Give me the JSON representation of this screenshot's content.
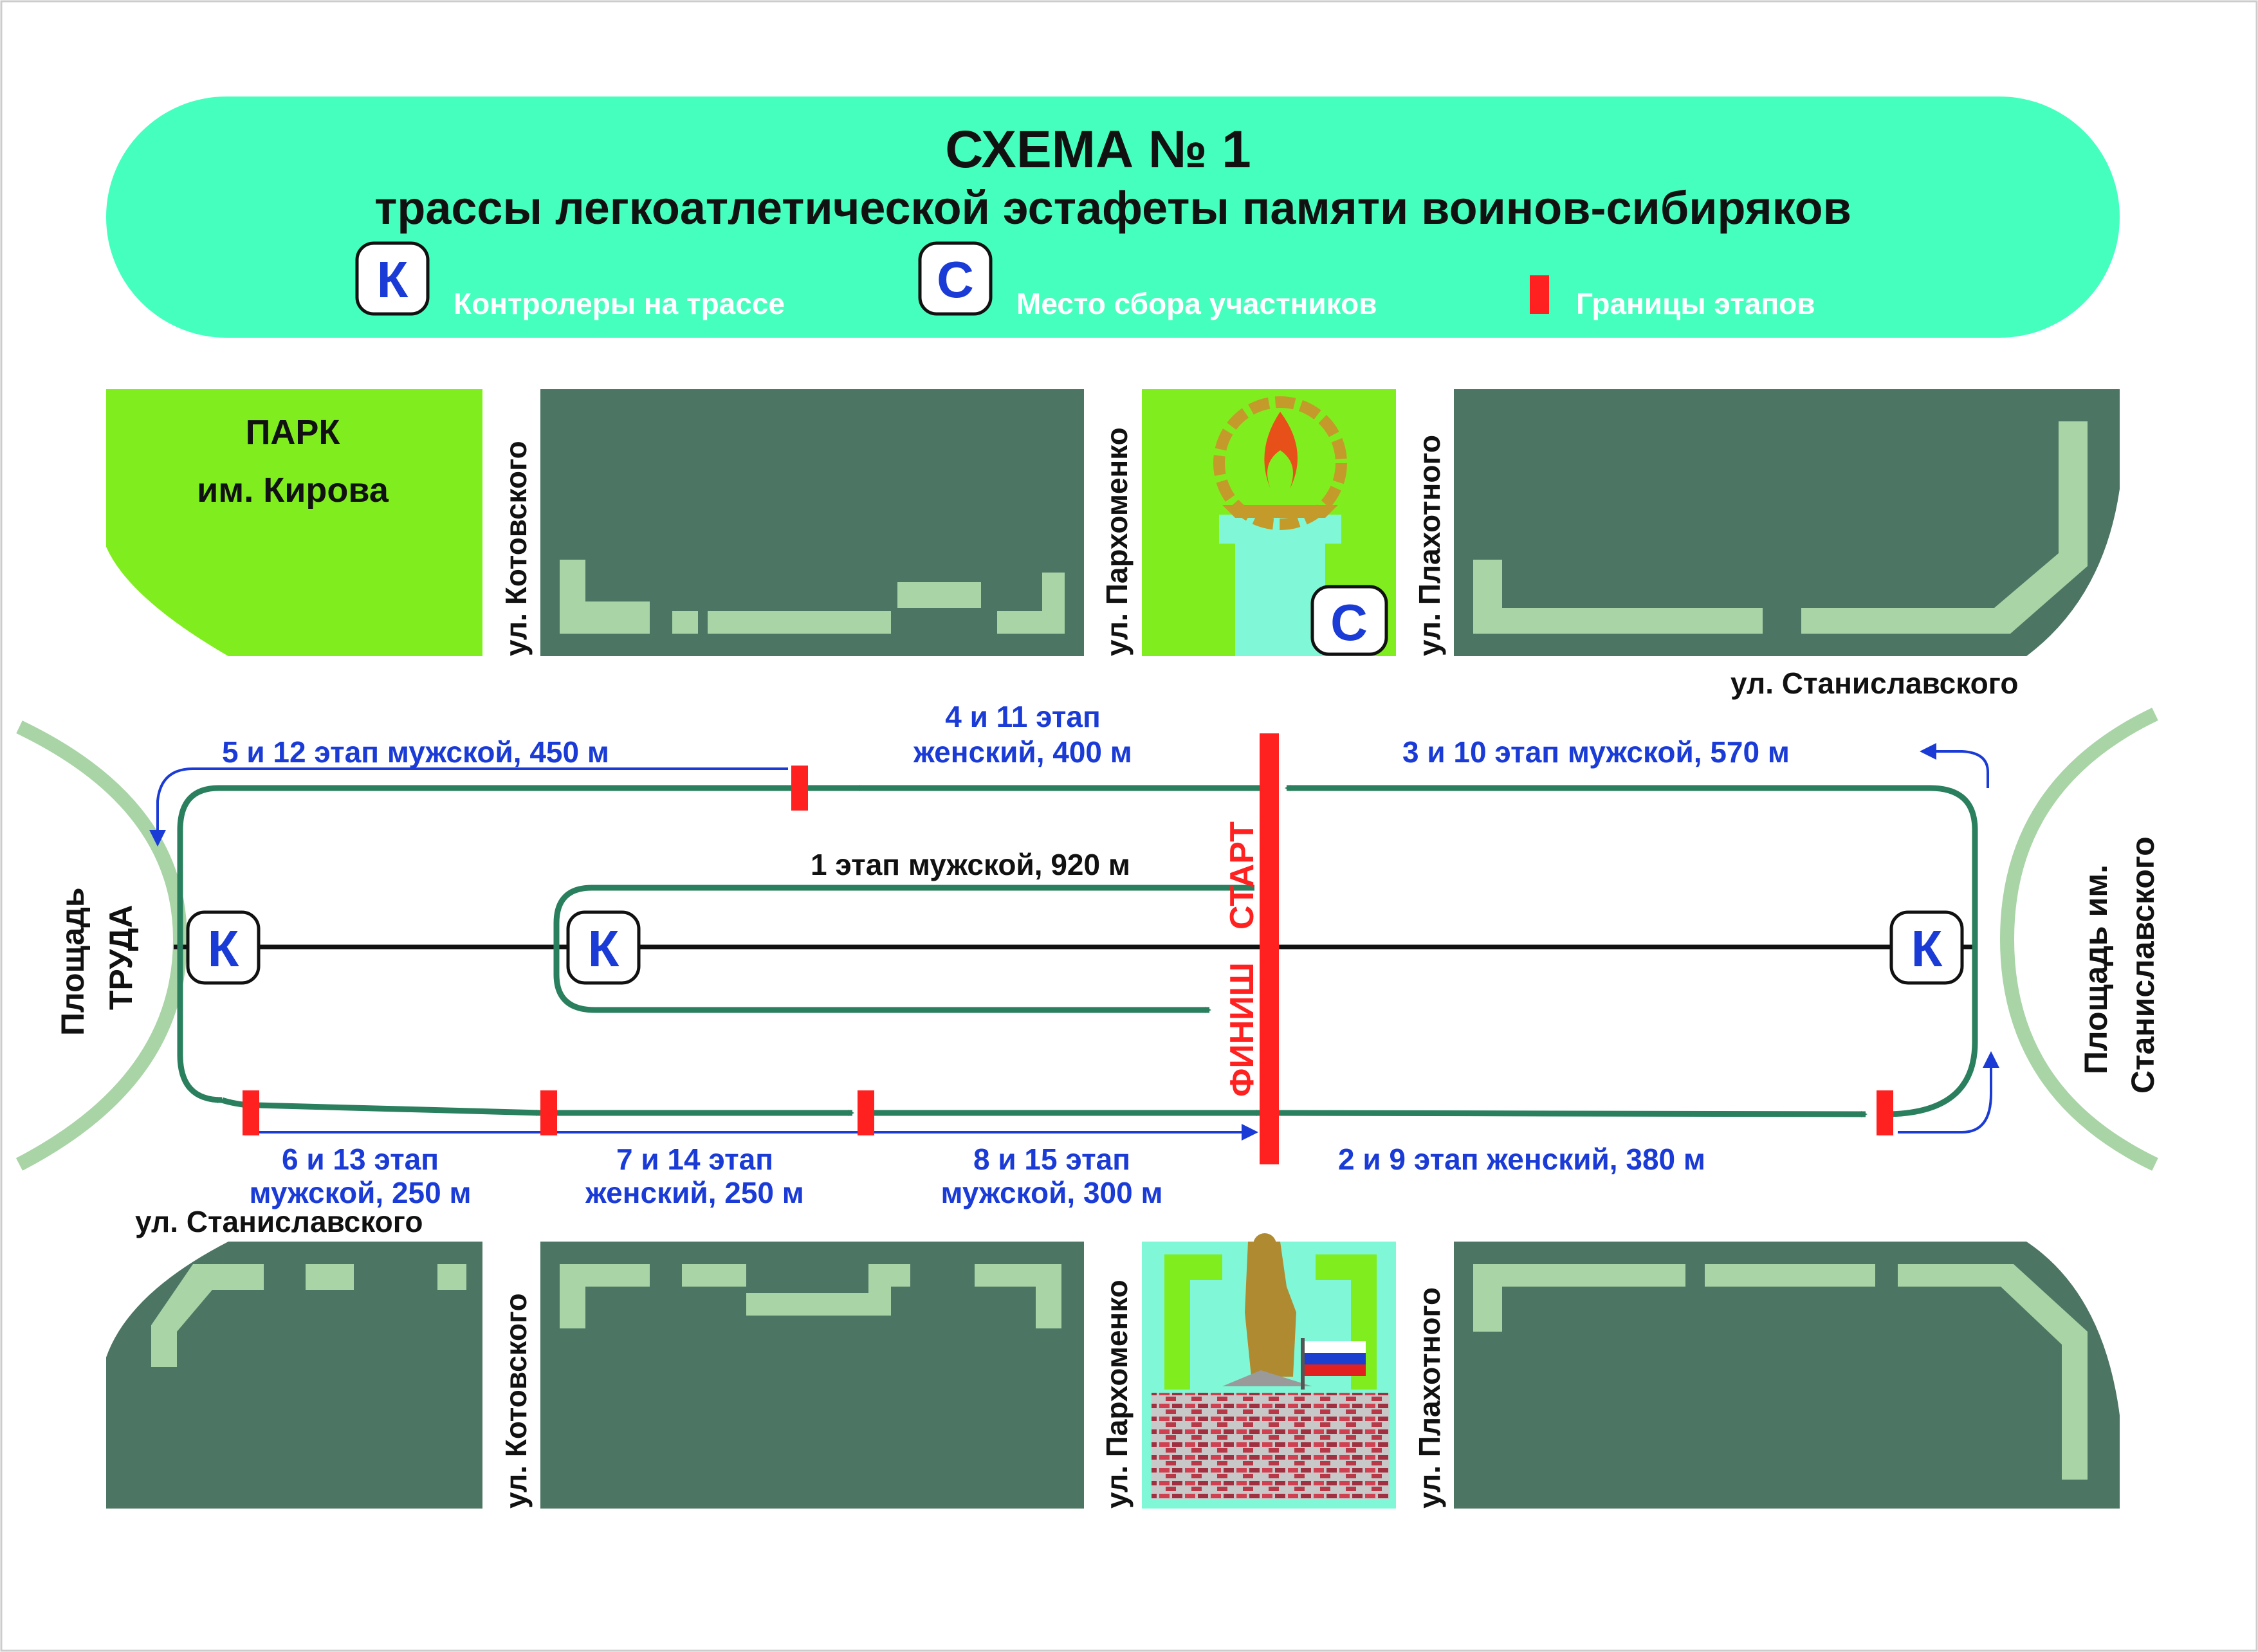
{
  "header": {
    "title": "СХЕМА № 1",
    "subtitle": "трассы легкоатлетической эстафеты памяти воинов-сибиряков"
  },
  "legend": {
    "controller_badge": "К",
    "controller_label": "Контролеры на трассе",
    "gathering_badge": "С",
    "gathering_label": "Место сбора участников",
    "boundary_label": "Границы этапов"
  },
  "places": {
    "park_line1": "ПАРК",
    "park_line2": "им. Кирова",
    "square_left_line1": "Площадь",
    "square_left_line2": "ТРУДА",
    "square_right_line1": "Площадь им.",
    "square_right_line2": "Станиславского"
  },
  "streets": {
    "kotovskogo": "ул. Котовского",
    "parkhomenko": "ул. Пархоменко",
    "plakhotnogo": "ул. Плахотного",
    "stanislavskogo": "ул. Станиславского"
  },
  "stages": {
    "s1": "1 этап мужской, 920 м",
    "s2": "2 и 9 этап женский, 380 м",
    "s3": "3 и 10 этап мужской, 570 м",
    "s4_line1": "4 и 11 этап",
    "s4_line2": "женский, 400 м",
    "s5": "5 и 12 этап мужской, 450 м",
    "s6_line1": "6 и 13 этап",
    "s6_line2": "мужской, 250 м",
    "s7_line1": "7 и 14 этап",
    "s7_line2": "женский, 250 м",
    "s8_line1": "8 и 15 этап",
    "s8_line2": "мужской, 300 м"
  },
  "finish_start": {
    "finish": "ФИНИШ",
    "start": "СТАРТ"
  },
  "colors": {
    "header_bg": "#45ffbf",
    "block": "#4d7563",
    "park": "#80ee1e",
    "path_light": "#a8d4a6",
    "route": "#2a7f5e",
    "stage_blue": "#1a3bd6",
    "boundary_red": "#ff2020",
    "monument_bg": "#80f8d8"
  }
}
